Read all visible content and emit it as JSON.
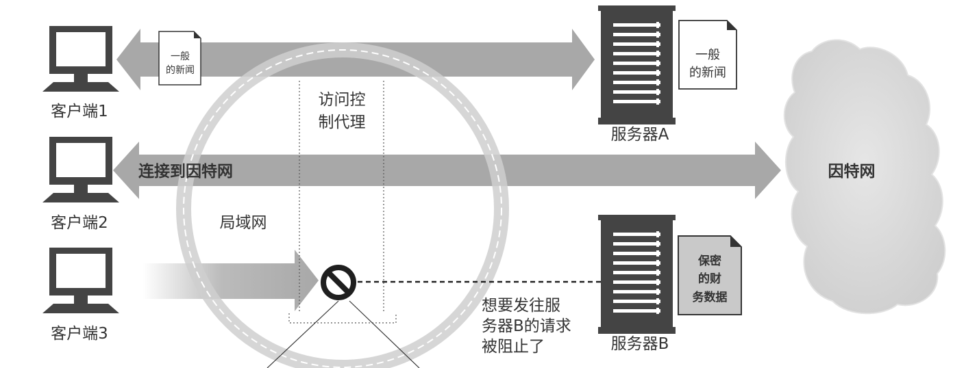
{
  "clients": [
    {
      "label": "客户端1"
    },
    {
      "label": "客户端2"
    },
    {
      "label": "客户端3"
    }
  ],
  "proxy_label": [
    "访问控",
    "制代理"
  ],
  "lan_label": "局域网",
  "internet_link_label": "连接到因特网",
  "internet_label": "因特网",
  "servers": [
    {
      "label": "服务器A",
      "doc_lines": [
        "一般",
        "的新闻"
      ]
    },
    {
      "label": "服务器B",
      "doc_lines": [
        "保密",
        "的财",
        "务数据"
      ]
    }
  ],
  "client_doc_lines": [
    "一般",
    "的新闻"
  ],
  "blocked_caption": [
    "想要发往服",
    "务器B的请求",
    "被阻止了"
  ],
  "colors": {
    "arrow": "#a8a8a8",
    "ring": "#cfcfcf",
    "device": "#444444",
    "cloud": "#dcdcdc",
    "block": "#1f1f1f"
  }
}
